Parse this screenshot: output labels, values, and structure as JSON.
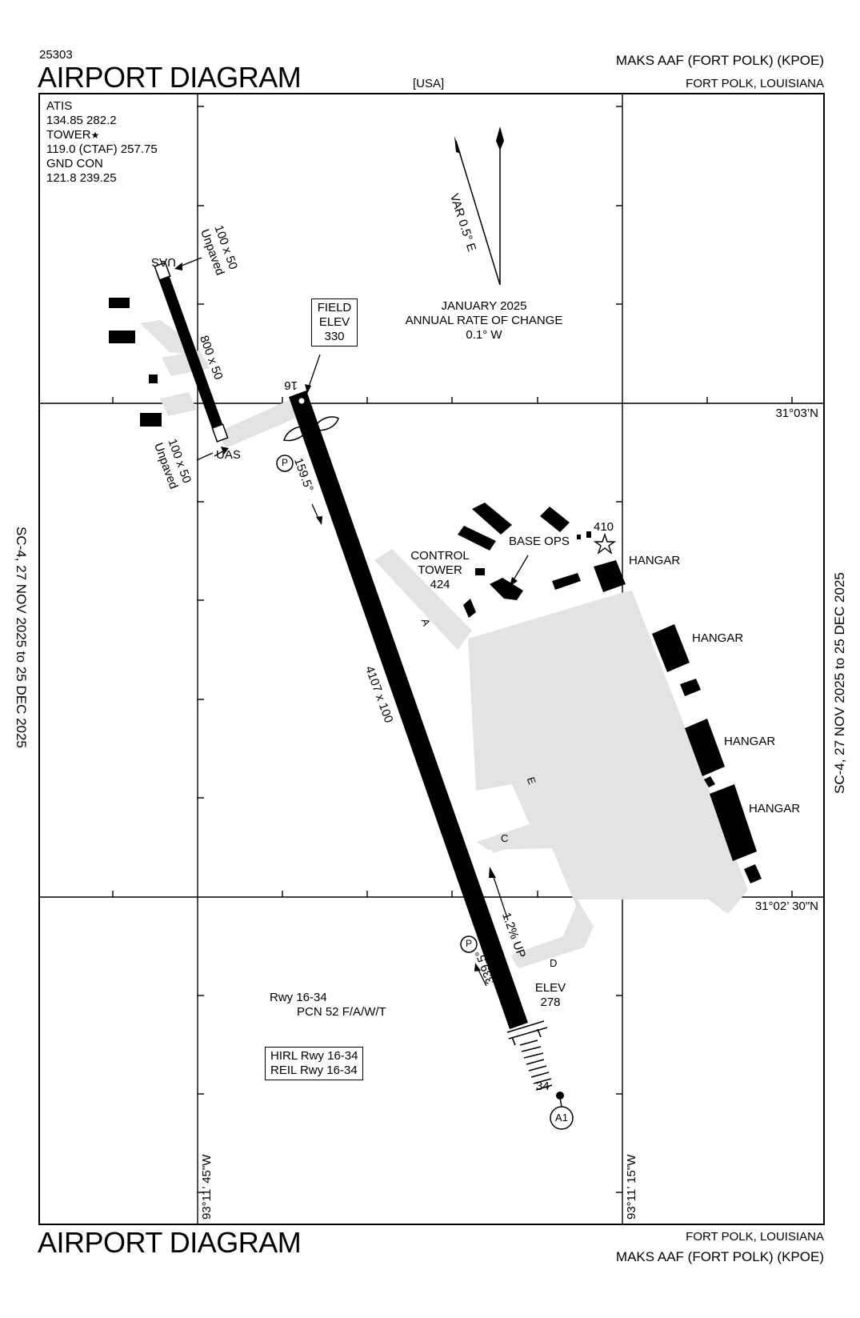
{
  "header": {
    "chart_id": "25303",
    "title": "AIRPORT DIAGRAM",
    "country": "[USA]",
    "airport": "MAKS AAF (FORT POLK)  (KPOE)",
    "city": "FORT POLK, LOUISIANA"
  },
  "footer": {
    "title": "AIRPORT DIAGRAM",
    "city": "FORT POLK, LOUISIANA",
    "airport": "MAKS AAF (FORT POLK)  (KPOE)"
  },
  "side_labels": {
    "left": "SC-4,  27 NOV 2025  to  25 DEC 2025",
    "right": "SC-4,  27 NOV 2025  to  25 DEC 2025"
  },
  "frequencies": {
    "atis_label": "ATIS",
    "atis": "134.85   282.2",
    "tower_label": "TOWER",
    "tower": "119.0 (CTAF)   257.75",
    "gnd_label": "GND CON",
    "gnd": "121.8   239.25"
  },
  "magnetic": {
    "var": "VAR 0.5° E",
    "date": "JANUARY 2025",
    "rate_label": "ANNUAL RATE OF CHANGE",
    "rate": "0.1° W"
  },
  "field_elev": {
    "l1": "FIELD",
    "l2": "ELEV",
    "l3": "330"
  },
  "coordinates": {
    "lat_top": "31°03’N",
    "lat_bottom": "31°02’ 30\"N",
    "lon_left": "93°11’ 45\"W",
    "lon_right": "93°11’ 15\"W"
  },
  "runway": {
    "end_16": "16",
    "end_34": "34",
    "dims": "4107 x 100",
    "hdg_16": "159.5°",
    "hdg_34": "339.5°",
    "slope": "1.2% UP",
    "elev_label": "ELEV",
    "elev": "278",
    "info_l1": "Rwy 16-34",
    "info_l2": "PCN 52 F/A/W/T",
    "lighting_l1": "HIRL Rwy 16-34",
    "lighting_l2": "REIL Rwy 16-34"
  },
  "uas": {
    "label_top": "UAS",
    "label_bottom": "UAS",
    "dims": "800 x 50",
    "ext_top_l1": "100 x 50",
    "ext_top_l2": "Unpaved",
    "ext_bottom_l1": "100 x 50",
    "ext_bottom_l2": "Unpaved"
  },
  "facilities": {
    "control_tower_l1": "CONTROL",
    "control_tower_l2": "TOWER",
    "control_tower_l3": "424",
    "base_ops": "BASE OPS",
    "obstacle": "410",
    "hangar_1": "HANGAR",
    "hangar_2": "HANGAR",
    "hangar_3": "HANGAR",
    "hangar_4": "HANGAR"
  },
  "taxiways": {
    "a": "A",
    "c": "C",
    "d": "D",
    "e": "E"
  },
  "symbols": {
    "parking": "P",
    "hot_spot": "A1",
    "tower_star": "★",
    "obstacle_star": "☆"
  },
  "colors": {
    "pavement": "#e3e3e3",
    "ink": "#000000"
  }
}
